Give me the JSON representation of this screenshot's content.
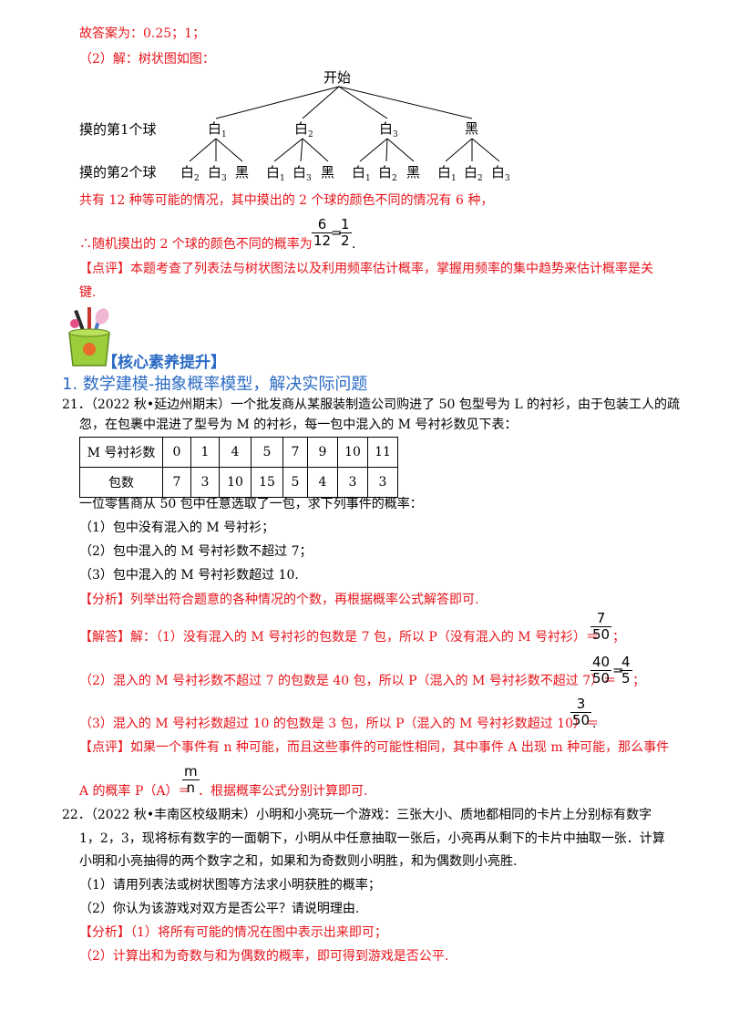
{
  "line1": "故答案为：0.25；1；",
  "line2": "（2）解：树状图如图：",
  "tree": {
    "root": "开始",
    "row1_label": "摸的第1个球",
    "row2_label": "摸的第2个球",
    "first": [
      {
        "ch": "白",
        "sub": "1"
      },
      {
        "ch": "白",
        "sub": "2"
      },
      {
        "ch": "白",
        "sub": "3"
      },
      {
        "ch": "黑",
        "sub": ""
      }
    ],
    "second": [
      [
        {
          "ch": "白",
          "sub": "2"
        },
        {
          "ch": "白",
          "sub": "3"
        },
        {
          "ch": "黑",
          "sub": ""
        }
      ],
      [
        {
          "ch": "白",
          "sub": "1"
        },
        {
          "ch": "白",
          "sub": "3"
        },
        {
          "ch": "黑",
          "sub": ""
        }
      ],
      [
        {
          "ch": "白",
          "sub": "1"
        },
        {
          "ch": "白",
          "sub": "2"
        },
        {
          "ch": "黑",
          "sub": ""
        }
      ],
      [
        {
          "ch": "白",
          "sub": "1"
        },
        {
          "ch": "白",
          "sub": "2"
        },
        {
          "ch": "白",
          "sub": "3"
        }
      ]
    ]
  },
  "line3": "共有 12 种等可能的情况，其中摸出的 2 个球的颜色不同的情况有 6 种，",
  "line4_text": "∴随机摸出的 2 个球的颜色不同的概率为",
  "frac_6_12": {
    "num": "6",
    "den": "12"
  },
  "eq": "=",
  "frac_1_2": {
    "num": "1",
    "den": "2"
  },
  "period": ".",
  "comment1_a": "【点评】本题考查了列表法与树状图法以及利用频率估计概率，掌握用频率的集中趋势来估计概率是关",
  "comment1_b": "键.",
  "banner": "【核心素养提升】",
  "section1": "1. 数学建模-抽象概率模型，解决实际问题",
  "q21_a": "21．（2022 秋•延边州期末）一个批发商从某服装制造公司购进了 50 包型号为 L 的衬衫，由于包装工人的疏",
  "q21_b": "忽，在包裹中混进了型号为 M 的衬衫，每一包中混入的 M 号衬衫数见下表：",
  "table": {
    "row1_head": "M 号衬衫数",
    "row1": [
      "0",
      "1",
      "4",
      "5",
      "7",
      "9",
      "10",
      "11"
    ],
    "row2_head": "包数",
    "row2": [
      "7",
      "3",
      "10",
      "15",
      "5",
      "4",
      "3",
      "3"
    ]
  },
  "q21_c": "一位零售商从 50 包中任意选取了一包，求下列事件的概率：",
  "q21_p1": "（1）包中没有混入的 M 号衬衫；",
  "q21_p2": "（2）包中混入的 M 号衬衫数不超过 7；",
  "q21_p3": "（3）包中混入的 M 号衬衫数超过 10.",
  "analysis21": "【分析】列举出符合题意的各种情况的个数，再根据概率公式解答即可.",
  "ans1": "【解答】解：（1）没有混入的 M 号衬衫的包数是 7 包，所以 P（没有混入的 M 号衬衫）＝",
  "ans1_frac": {
    "num": "7",
    "den": "50"
  },
  "semicolon": "；",
  "ans2": "（2）混入的 M 号衬衫数不超过 7 的包数是 40 包，所以 P（混入的 M 号衬衫数不超过 7）＝",
  "ans2_frac1": {
    "num": "40",
    "den": "50"
  },
  "ans2_frac2": {
    "num": "4",
    "den": "5"
  },
  "ans3": "（3）混入的 M 号衬衫数超过 10 的包数是 3 包，所以 P（混入的 M 号衬衫数超过 10）＝",
  "ans3_frac": {
    "num": "3",
    "den": "50"
  },
  "comment2_a": "【点评】如果一个事件有 n 种可能，而且这些事件的可能性相同，其中事件 A 出现 m 种可能，那么事件",
  "comment2_b": "A 的概率 P（A）＝",
  "comment2_frac": {
    "num": "m",
    "den": "n"
  },
  "comment2_c": "．根据概率公式分别计算即可.",
  "q22_a": "22．（2022 秋•丰南区校级期末）小明和小亮玩一个游戏：三张大小、质地都相同的卡片上分别标有数字",
  "q22_b": "1，2，3，现将标有数字的一面朝下，小明从中任意抽取一张后，小亮再从剩下的卡片中抽取一张．计算",
  "q22_c": "小明和小亮抽得的两个数字之和，如果和为奇数则小明胜，和为偶数则小亮胜.",
  "q22_p1": "（1）请用列表法或树状图等方法求小明获胜的概率；",
  "q22_p2": "（2）你认为该游戏对双方是否公平？请说明理由.",
  "analysis22_a": "【分析】（1）将所有可能的情况在图中表示出来即可；",
  "analysis22_b": "（2）计算出和为奇数与和为偶数的概率，即可得到游戏是否公平."
}
